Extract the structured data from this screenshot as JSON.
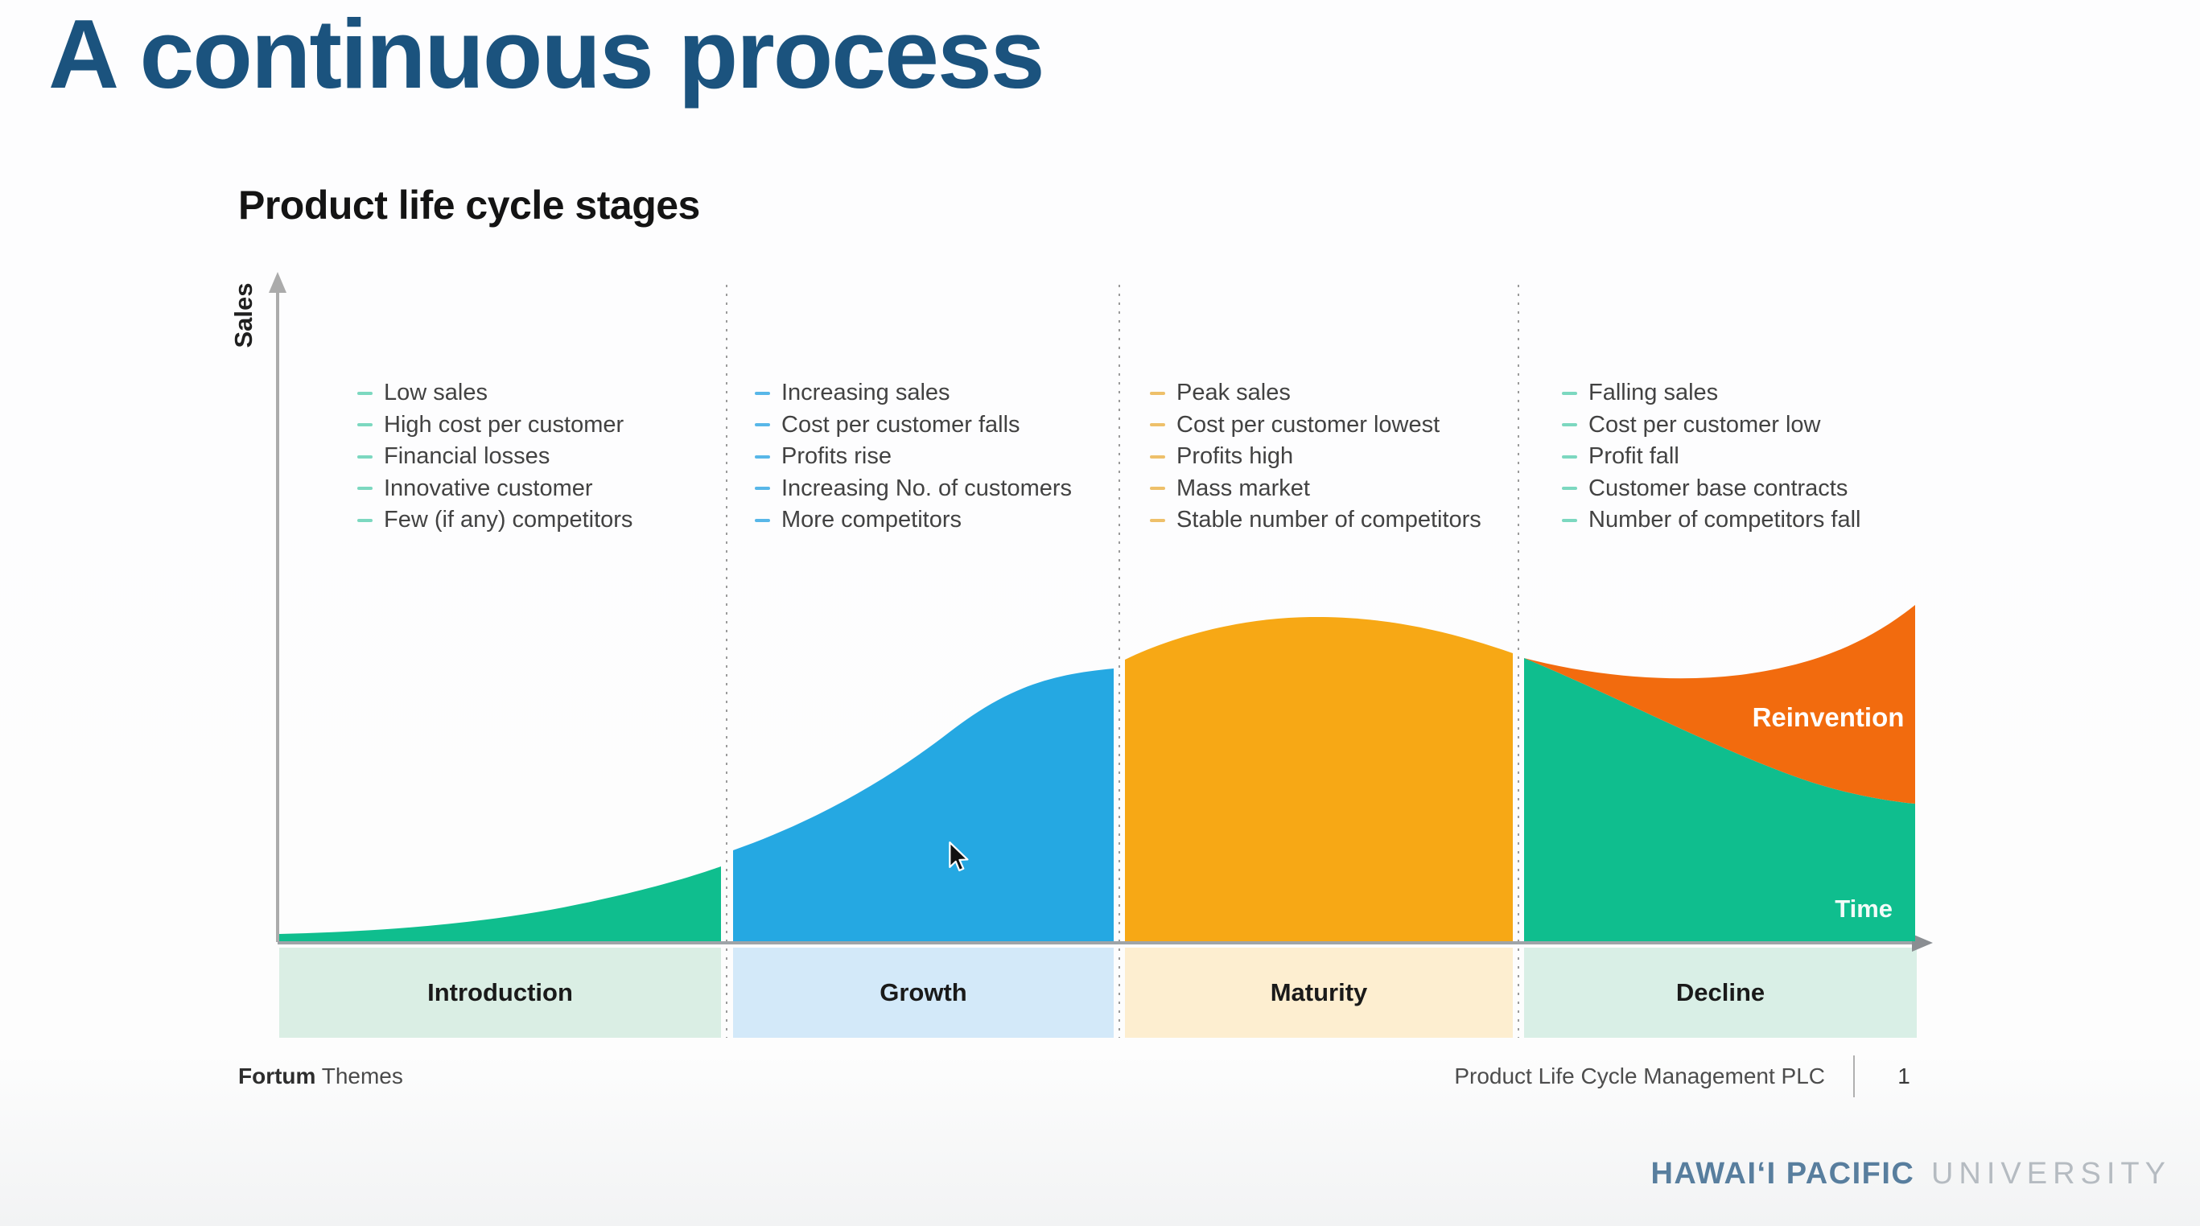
{
  "slide": {
    "title": "A continuous process",
    "chart_title": "Product life cycle stages",
    "y_axis_label": "Sales",
    "x_axis_label": "Time",
    "title_color": "#1B537E",
    "background_color": "#FDFDFD"
  },
  "stages": [
    {
      "name": "Introduction",
      "area_color": "#0FBE8E",
      "band_color": "#DAEEE4",
      "bullet_dash_color": "#7CD8C0",
      "bullets": [
        "Low sales",
        "High cost per customer",
        "Financial losses",
        "Innovative customer",
        "Few (if any) competitors"
      ]
    },
    {
      "name": "Growth",
      "area_color": "#25A8E2",
      "band_color": "#D3E9F9",
      "bullet_dash_color": "#58B7E8",
      "bullets": [
        "Increasing sales",
        "Cost per customer falls",
        "Profits rise",
        "Increasing No. of customers",
        "More competitors"
      ]
    },
    {
      "name": "Maturity",
      "area_color": "#F7A815",
      "band_color": "#FDEED0",
      "bullet_dash_color": "#EEC06A",
      "bullets": [
        "Peak sales",
        "Cost per customer lowest",
        "Profits high",
        "Mass market",
        "Stable number of competitors"
      ]
    },
    {
      "name": "Decline",
      "area_color": "#0FBE8E",
      "band_color": "#D9EFE6",
      "bullet_dash_color": "#7CD8C0",
      "bullets": [
        "Falling sales",
        "Cost per customer low",
        "Profit fall",
        "Customer base contracts",
        "Number of competitors fall"
      ]
    }
  ],
  "reinvention": {
    "label": "Reinvention",
    "area_color": "#F26B0E"
  },
  "footer": {
    "brand_bold": "Fortum",
    "brand_regular": "Themes",
    "document_title": "Product Life Cycle Management PLC",
    "page_number": "1"
  },
  "logo": {
    "primary": "HAWAIʻI PACIFIC",
    "secondary": "UNIVERSITY"
  },
  "chart_data": {
    "type": "area",
    "title": "Product life cycle stages",
    "xlabel": "Time",
    "ylabel": "Sales",
    "grid": false,
    "legend_position": "none",
    "x_axis_categories": [
      "Introduction",
      "Growth",
      "Maturity",
      "Decline"
    ],
    "ylim": [
      0,
      1.05
    ],
    "annotations": [
      "Reinvention",
      "Time"
    ],
    "series": [
      {
        "name": "Sales",
        "segments": [
          {
            "stage": "Introduction",
            "color": "#0FBE8E",
            "sales_relative_start": 0.02,
            "sales_relative_end": 0.23,
            "shape": "slow exponential rise"
          },
          {
            "stage": "Growth",
            "color": "#25A8E2",
            "sales_relative_start": 0.28,
            "sales_relative_end": 0.84,
            "shape": "steep S-curve rise"
          },
          {
            "stage": "Maturity",
            "color": "#F7A815",
            "sales_relative_start": 0.87,
            "sales_relative_peak": 1.0,
            "sales_relative_end": 0.89,
            "shape": "dome, peak mid-stage"
          },
          {
            "stage": "Decline",
            "color": "#0FBE8E",
            "sales_relative_start": 0.87,
            "sales_relative_end": 0.42,
            "shape": "steady decline"
          }
        ]
      },
      {
        "name": "Reinvention",
        "stage": "Decline",
        "color": "#F26B0E",
        "sales_relative_start": 0.87,
        "sales_relative_dip": 0.81,
        "sales_relative_end": 1.04,
        "shape": "dips then rises above previous peak"
      }
    ]
  }
}
